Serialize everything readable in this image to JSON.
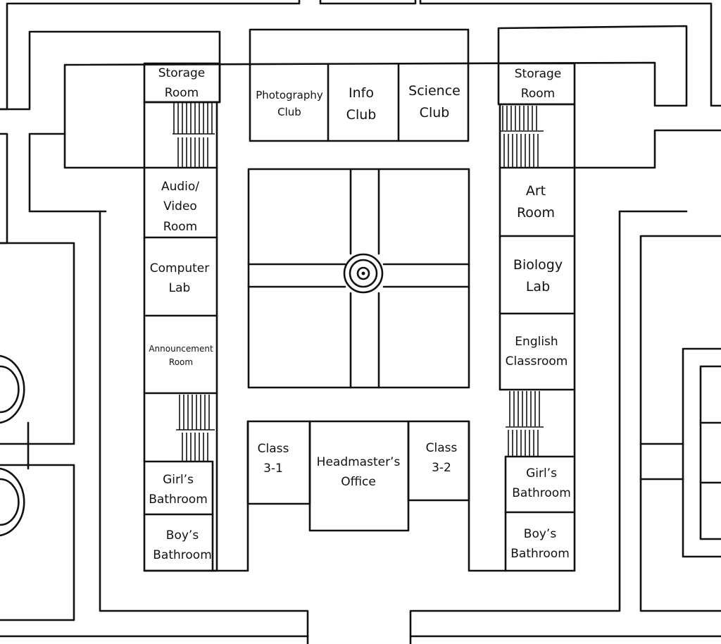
{
  "title": "School floor plan",
  "colors": {
    "ink": "#111111",
    "paper": "#ffffff"
  },
  "rooms": {
    "storage_left": [
      "Storage",
      "Room"
    ],
    "audio_video": [
      "Audio/",
      "Video",
      "Room"
    ],
    "computer_lab": [
      "Computer",
      "Lab"
    ],
    "announcement": [
      "Announcement",
      "Room"
    ],
    "girls_left": [
      "Girl’s",
      "Bathroom"
    ],
    "boys_left": [
      "Boy’s",
      "Bathroom"
    ],
    "photography": [
      "Photography",
      "Club"
    ],
    "info": [
      "Info",
      "Club"
    ],
    "science": [
      "Science",
      "Club"
    ],
    "storage_right": [
      "Storage",
      "Room"
    ],
    "art": [
      "Art",
      "Room"
    ],
    "biology": [
      "Biology",
      "Lab"
    ],
    "english": [
      "English",
      "Classroom"
    ],
    "girls_right": [
      "Girl’s",
      "Bathroom"
    ],
    "boys_right": [
      "Boy’s",
      "Bathroom"
    ],
    "class_3_1": [
      "Class",
      "3-1"
    ],
    "headmaster": [
      "Headmaster’s",
      "Office"
    ],
    "class_3_2": [
      "Class",
      "3-2"
    ]
  }
}
